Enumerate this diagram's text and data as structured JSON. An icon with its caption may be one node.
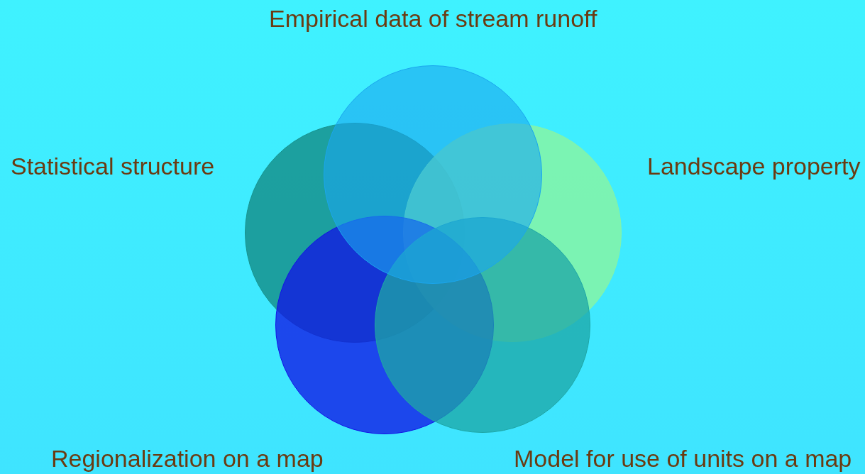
{
  "diagram": {
    "nodes": [
      {
        "text": [],
        "shape": "circle",
        "beside": [
          "Empirical data of stream runoff"
        ]
      },
      {
        "text": [],
        "shape": "circle",
        "beside": [
          "Statistical structure"
        ]
      },
      {
        "text": [],
        "shape": "circle",
        "beside": [
          "Landscape property"
        ]
      },
      {
        "text": [],
        "shape": "circle",
        "beside": [
          "Regionalization on a map"
        ]
      },
      {
        "text": [],
        "shape": "circle",
        "beside": [
          "Model for use of units on a map"
        ]
      }
    ]
  }
}
